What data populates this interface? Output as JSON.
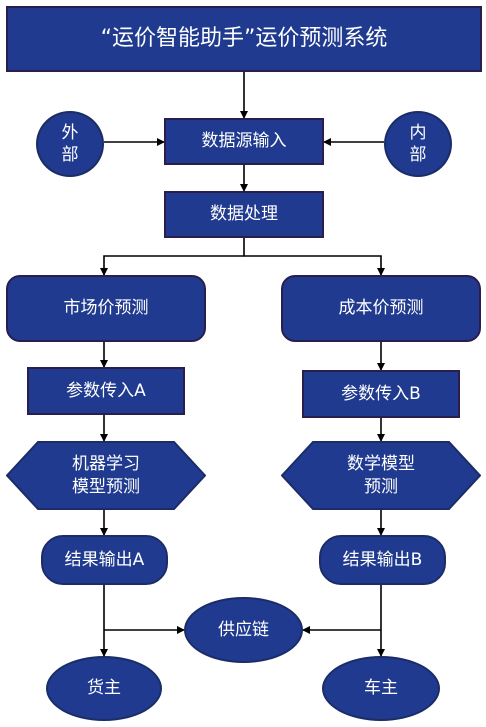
{
  "title": "“运价智能助手”运价预测系统",
  "nodes": {
    "outside": [
      "外",
      "部"
    ],
    "inside": [
      "内",
      "部"
    ],
    "data_input": "数据源输入",
    "data_process": "数据处理",
    "market_forecast": "市场价预测",
    "cost_forecast": "成本价预测",
    "param_a": "参数传入A",
    "param_b": "参数传入B",
    "ml_model": [
      "机器学习",
      "模型预测"
    ],
    "math_model": [
      "数学模型",
      "预测"
    ],
    "result_a": "结果输出A",
    "result_b": "结果输出B",
    "supply_chain": "供应链",
    "shipper": "货主",
    "carrier": "车主"
  },
  "colors": {
    "box_fill": "#1f3a8f",
    "border": "#2b1d4e",
    "line": "#000000"
  }
}
